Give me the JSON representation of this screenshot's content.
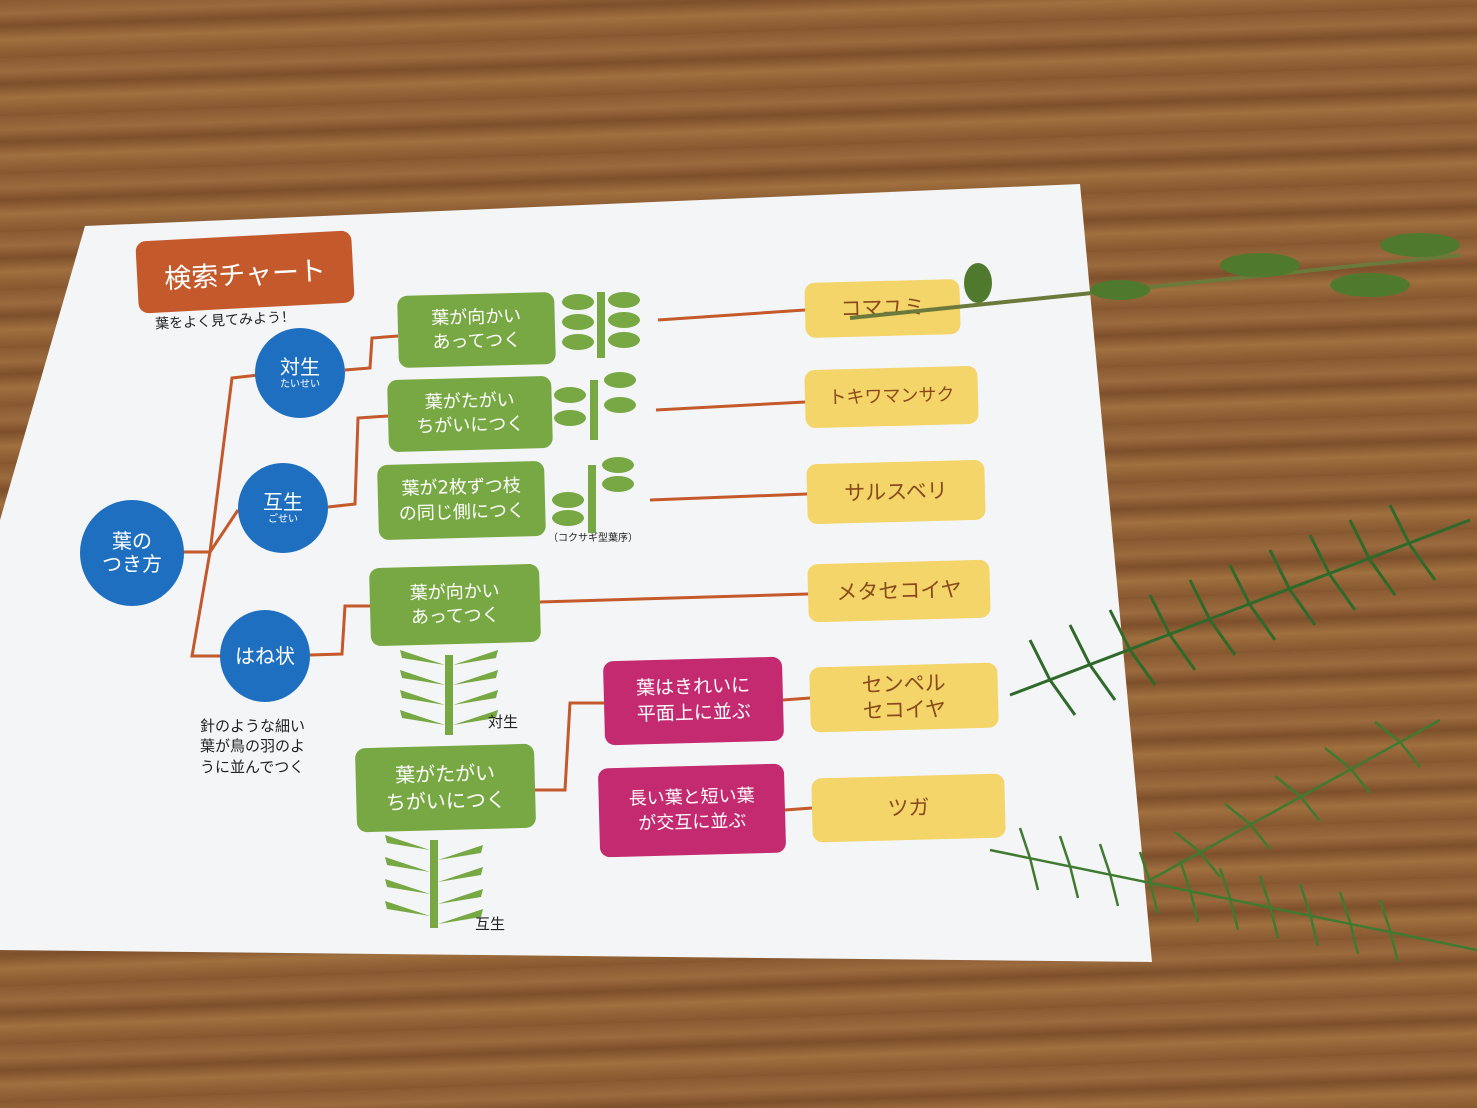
{
  "title": "検索チャート",
  "subtitle": "葉をよく見てみよう！",
  "root": {
    "label": "葉の\nつき方"
  },
  "categories": [
    {
      "label": "対生",
      "reading": "たいせい"
    },
    {
      "label": "互生",
      "reading": "ごせい"
    },
    {
      "label": "はね状",
      "reading": ""
    }
  ],
  "hane_note": "針のような細い\n葉が鳥の羽のよ\nうに並んでつく",
  "features": [
    "葉が向かい\nあってつく",
    "葉がたがい\nちがいにつく",
    "葉が2枚ずつ枝\nの同じ側につく",
    "葉が向かい\nあってつく",
    "葉がたがい\nちがいにつく"
  ],
  "sub_features": [
    "葉はきれいに\n平面上に並ぶ",
    "長い葉と短い葉\nが交互に並ぶ"
  ],
  "results": [
    "コマユミ",
    "トキワマンサク",
    "サルスベリ",
    "メタセコイヤ",
    "センペル\nセコイヤ",
    "ツガ"
  ],
  "annotations": {
    "kokusagi": "（コクサギ型葉序）",
    "taisei": "対生",
    "gosei": "互生"
  },
  "colors": {
    "title": "#c4592b",
    "circle": "#1f6fc1",
    "green": "#78a844",
    "magenta": "#c42a6f",
    "yellow": "#f3d56a",
    "line": "#c4592b"
  }
}
